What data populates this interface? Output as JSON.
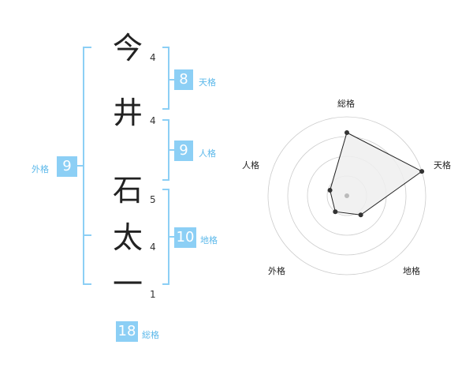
{
  "name": {
    "characters": [
      {
        "char": "今",
        "strokes": "4"
      },
      {
        "char": "井",
        "strokes": "4"
      },
      {
        "char": "石",
        "strokes": "5"
      },
      {
        "char": "太",
        "strokes": "4"
      },
      {
        "char": "一",
        "strokes": "1"
      }
    ]
  },
  "kaku": {
    "tenkaku": {
      "value": "8",
      "label": "天格"
    },
    "jinkaku": {
      "value": "9",
      "label": "人格"
    },
    "chikaku": {
      "value": "10",
      "label": "地格"
    },
    "gaikaku": {
      "value": "9",
      "label": "外格"
    },
    "soukaku": {
      "value": "18",
      "label": "総格"
    }
  },
  "radar": {
    "axes": [
      "総格",
      "天格",
      "地格",
      "外格",
      "人格"
    ],
    "rings": 4,
    "values": [
      3.2,
      4,
      1.2,
      1,
      0.9
    ],
    "max": 4,
    "colors": {
      "fill": "#eeeeee",
      "stroke": "#222222",
      "ring": "#cccccc",
      "bracket": "#8ccff5"
    }
  }
}
